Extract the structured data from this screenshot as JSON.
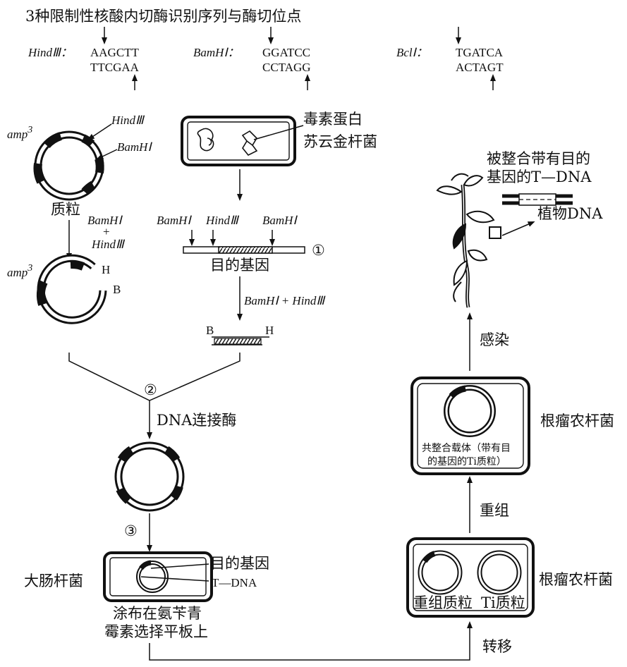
{
  "title": "3种限制性核酸内切酶识别序列与酶切位点",
  "enzymes": {
    "hind": {
      "label": "HindⅢ：",
      "seq_top": "AAGCTT",
      "seq_bottom": "TTCGAA"
    },
    "bam": {
      "label": "BamHⅠ：",
      "seq_top": "GGATCC",
      "seq_bottom": "CCTAGG"
    },
    "bcl": {
      "label": "BclⅠ：",
      "seq_top": "TGATCA",
      "seq_bottom": "ACTAGT"
    }
  },
  "plasmid": {
    "amp": "amp",
    "amp_sup": "3",
    "site_hind": "HindⅢ",
    "site_bam": "BamHⅠ",
    "name": "质粒",
    "cut_enzyme_1": "BamHⅠ",
    "cut_plus": "+",
    "cut_enzyme_2": "HindⅢ",
    "open_amp": "amp",
    "open_amp_sup": "3",
    "end_h": "H",
    "end_b": "B"
  },
  "bacterium": {
    "protein": "毒素蛋白",
    "name": "苏云金杆菌"
  },
  "gene": {
    "site1": "BamHⅠ",
    "site2": "HindⅢ",
    "site3": "BamHⅠ",
    "step1": "①",
    "name": "目的基因",
    "cut_label": "BamHⅠ + HindⅢ",
    "end_b": "B",
    "end_h": "H"
  },
  "ligation": {
    "step2": "②",
    "ligase": "DNA连接酶",
    "step3": "③"
  },
  "ecoli": {
    "name": "大肠杆菌",
    "gene_label": "目的基因",
    "tdna_label": "T—DNA",
    "plate_line1": "涂布在氨苄青",
    "plate_line2": "霉素选择平板上"
  },
  "transfer": {
    "label": "转移"
  },
  "agro_bottom": {
    "name": "根瘤农杆菌",
    "plasmid1": "重组质粒",
    "plasmid2": "Ti质粒"
  },
  "recombine": {
    "label": "重组"
  },
  "agro_top": {
    "name": "根瘤农杆菌",
    "vector_line1": "共整合载体（带有目",
    "vector_line2": "的基因的Ti质粒）"
  },
  "infect": {
    "label": "感染"
  },
  "plant": {
    "tdna_line1": "被整合带有目的",
    "tdna_line2": "基因的T—DNA",
    "plant_dna": "植物DNA"
  }
}
